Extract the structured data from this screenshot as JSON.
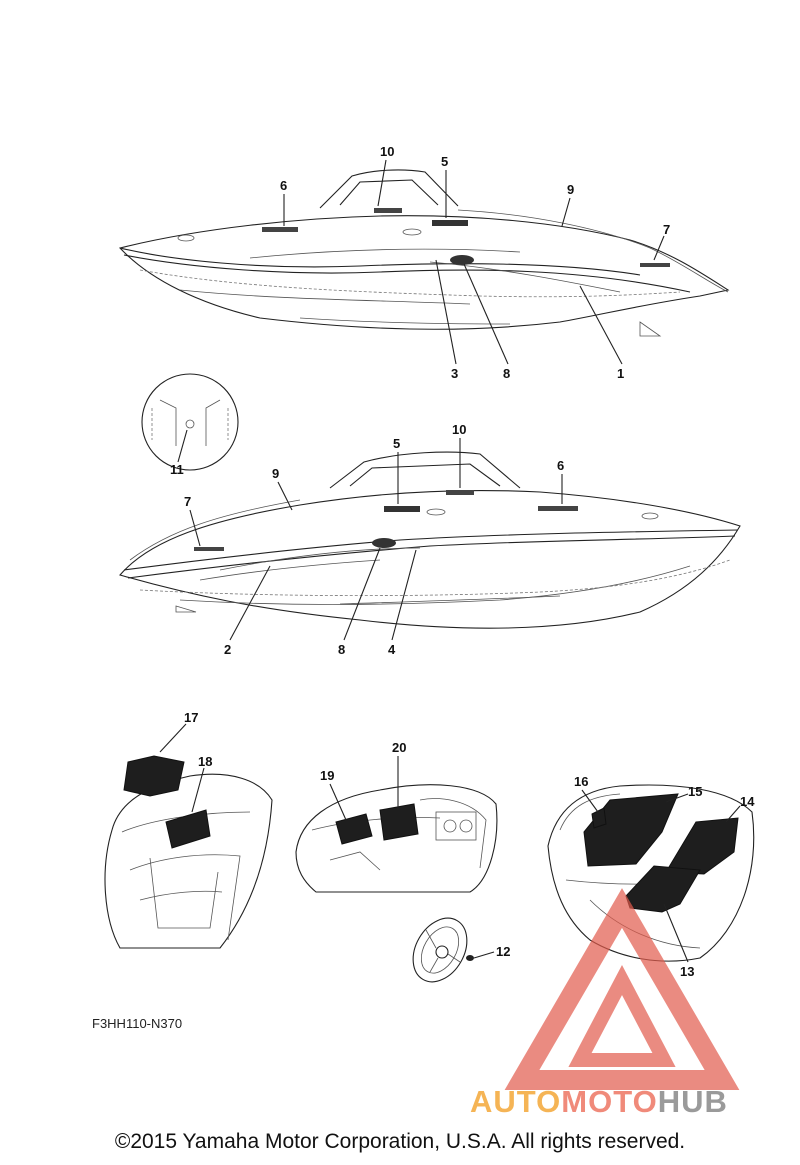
{
  "diagram": {
    "part_code": "F3HH110-N370",
    "copyright": "©2015 Yamaha Motor Corporation, U.S.A. All rights reserved.",
    "watermark": {
      "part1": "AUTO",
      "part2": "MOTO",
      "part3": "HUB"
    },
    "callouts_top_boat": [
      "10",
      "5",
      "6",
      "9",
      "7",
      "3",
      "8",
      "1"
    ],
    "callouts_middle_boat": [
      "11",
      "5",
      "10",
      "9",
      "6",
      "7",
      "2",
      "8",
      "4"
    ],
    "callouts_details": [
      "17",
      "18",
      "20",
      "19",
      "16",
      "15",
      "14",
      "13",
      "12"
    ],
    "colors": {
      "line": "#222222",
      "pad": "#1e1e1e",
      "logo_red": "#e25b4c",
      "logo_orange": "#f5b455",
      "logo_gray": "#9a9a9a"
    }
  }
}
